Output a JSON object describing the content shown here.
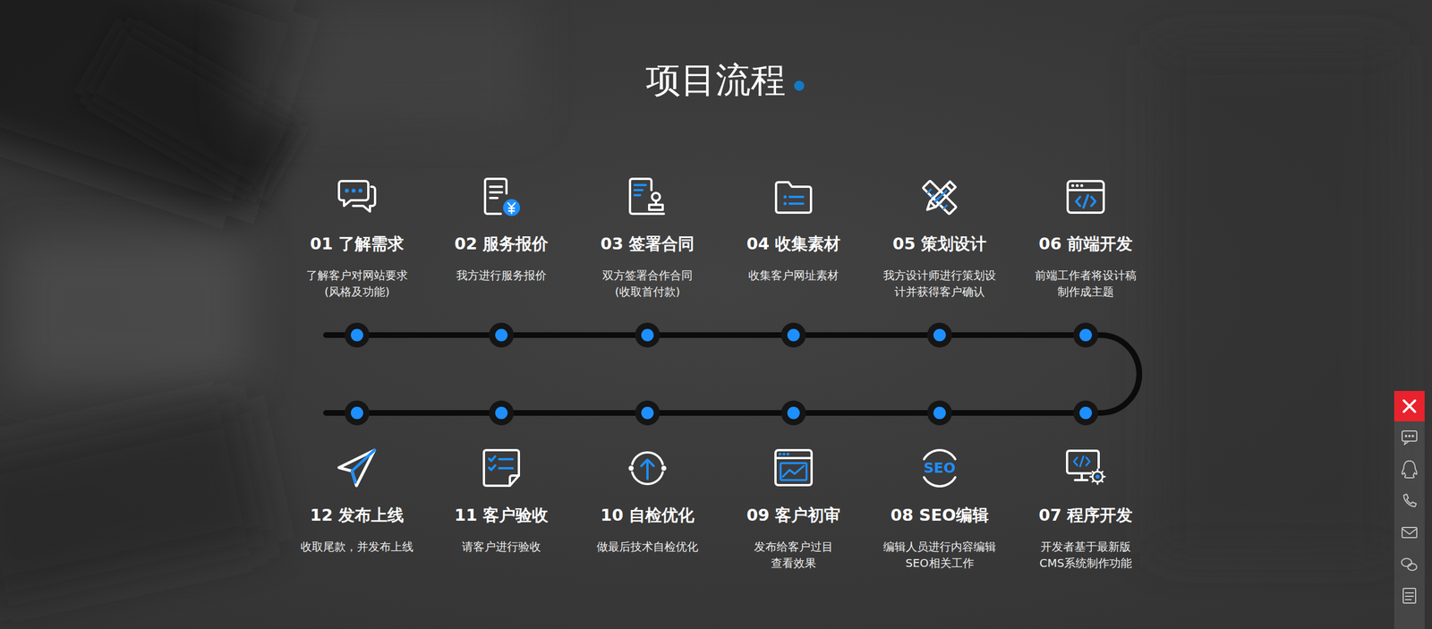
{
  "diagram": {
    "title": "项目流程",
    "nodes": [
      {
        "text": [
          "01 了解需求",
          "了解客户对网站要求 (风格及功能)"
        ]
      },
      {
        "text": [
          "02 服务报价",
          "我方进行服务报价"
        ]
      },
      {
        "text": [
          "03 签署合同",
          "双方签署合作合同 (收取首付款)"
        ]
      },
      {
        "text": [
          "04 收集素材",
          "收集客户网址素材"
        ]
      },
      {
        "text": [
          "05 策划设计",
          "我方设计师进行策划设 计并获得客户确认"
        ]
      },
      {
        "text": [
          "06 前端开发",
          "前端工作者将设计稿 制作成主题"
        ]
      },
      {
        "text": [
          "07 程序开发",
          "开发者基于最新版 CMS系统制作功能"
        ]
      },
      {
        "text": [
          "08 SEO编辑",
          "编辑人员进行内容编辑 SEO相关工作"
        ]
      },
      {
        "text": [
          "09 客户初审",
          "发布给客户过目 查看效果"
        ]
      },
      {
        "text": [
          "10 自检优化",
          "做最后技术自检优化"
        ]
      },
      {
        "text": [
          "11 客户验收",
          "请客户进行验收"
        ]
      },
      {
        "text": [
          "12 发布上线",
          "收取尾款，并发布上线"
        ]
      }
    ],
    "edges": [
      {
        "from": 0,
        "to": 1,
        "arrow": "none"
      },
      {
        "from": 1,
        "to": 2,
        "arrow": "none"
      },
      {
        "from": 2,
        "to": 3,
        "arrow": "none"
      },
      {
        "from": 3,
        "to": 4,
        "arrow": "none"
      },
      {
        "from": 4,
        "to": 5,
        "arrow": "none"
      },
      {
        "from": 5,
        "to": 6,
        "arrow": "none"
      },
      {
        "from": 6,
        "to": 7,
        "arrow": "none"
      },
      {
        "from": 7,
        "to": 8,
        "arrow": "none"
      },
      {
        "from": 8,
        "to": 9,
        "arrow": "none"
      },
      {
        "from": 9,
        "to": 10,
        "arrow": "none"
      },
      {
        "from": 10,
        "to": 11,
        "arrow": "none"
      }
    ],
    "labels": [
      "SEO"
    ]
  }
}
